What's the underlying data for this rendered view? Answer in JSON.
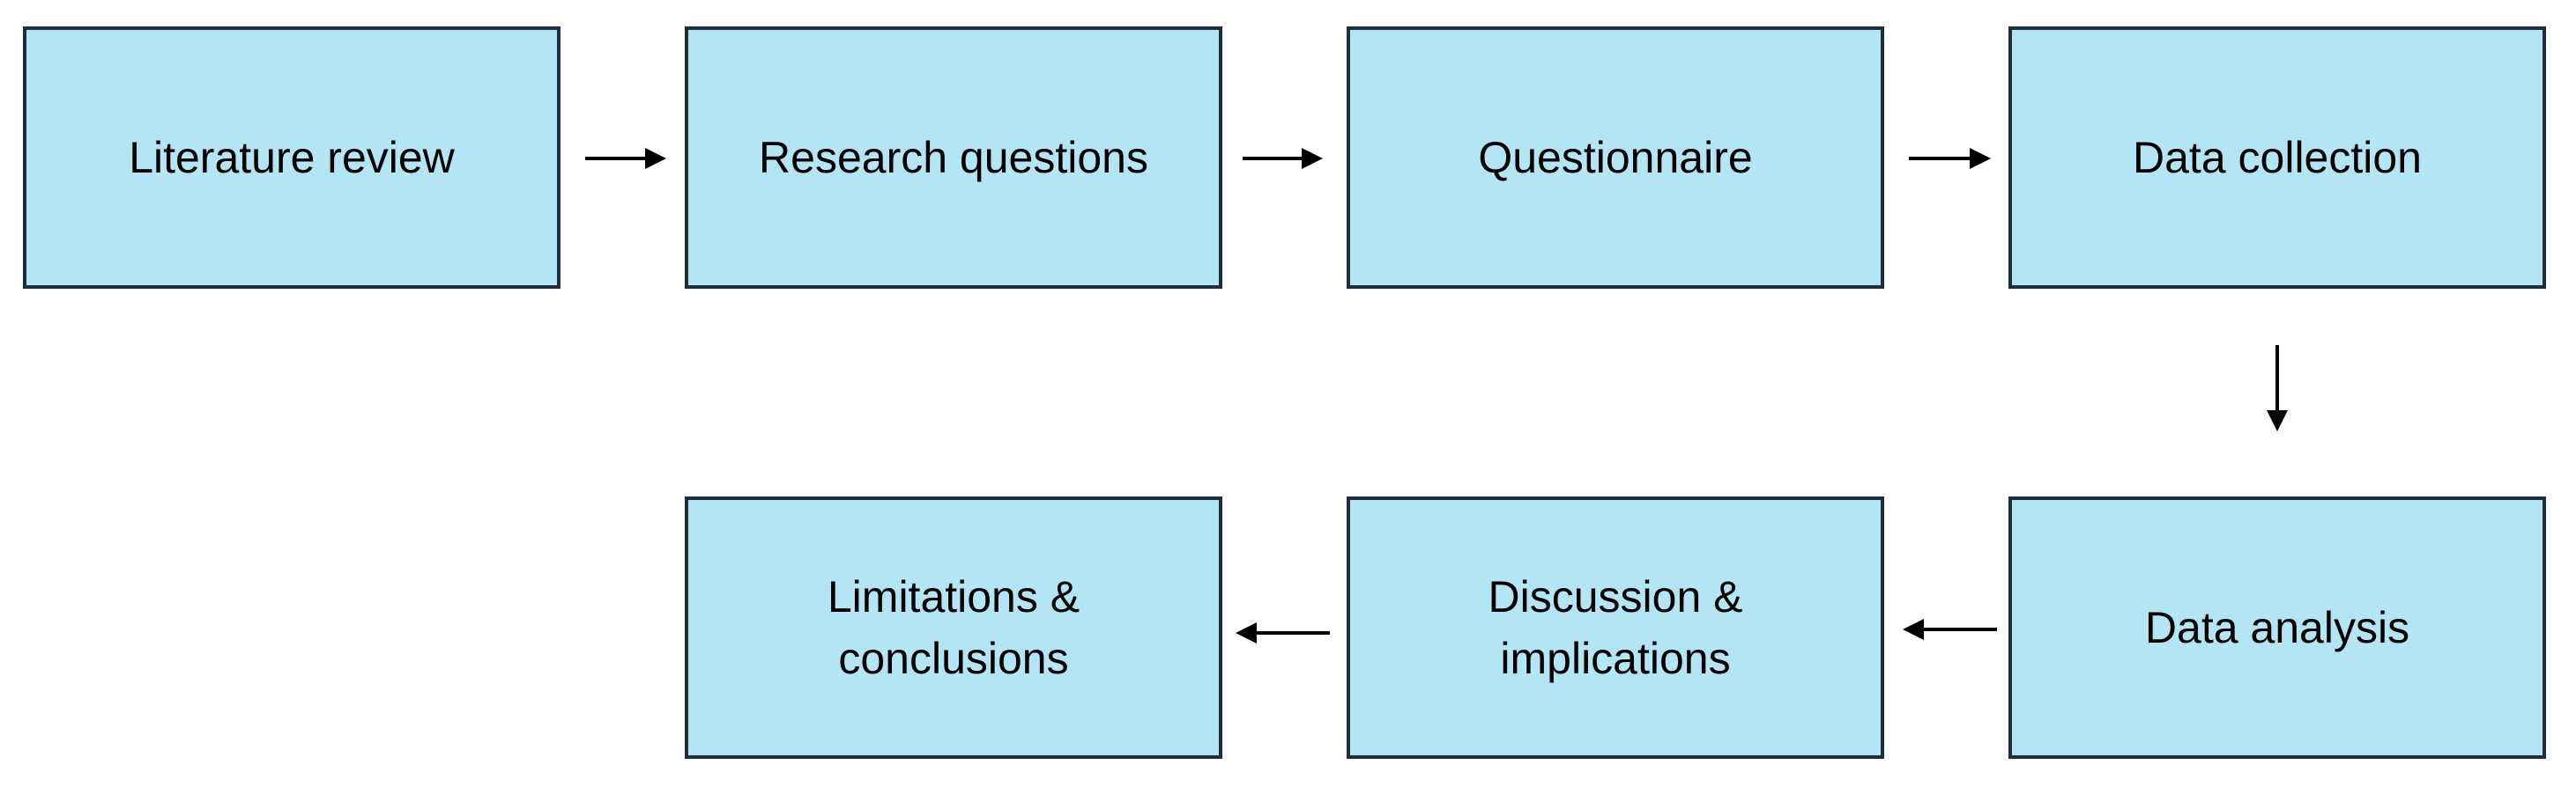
{
  "diagram": {
    "colors": {
      "box_fill": "#b3e5f5",
      "box_border": "#1f2d3d",
      "arrow": "#000000",
      "text": "#000000"
    },
    "steps": [
      {
        "label": "Literature review"
      },
      {
        "label": "Research questions"
      },
      {
        "label": "Questionnaire"
      },
      {
        "label": "Data collection"
      },
      {
        "label": "Data analysis"
      },
      {
        "label": "Discussion &\nimplications"
      },
      {
        "label": "Limitations &\nconclusions"
      }
    ]
  }
}
